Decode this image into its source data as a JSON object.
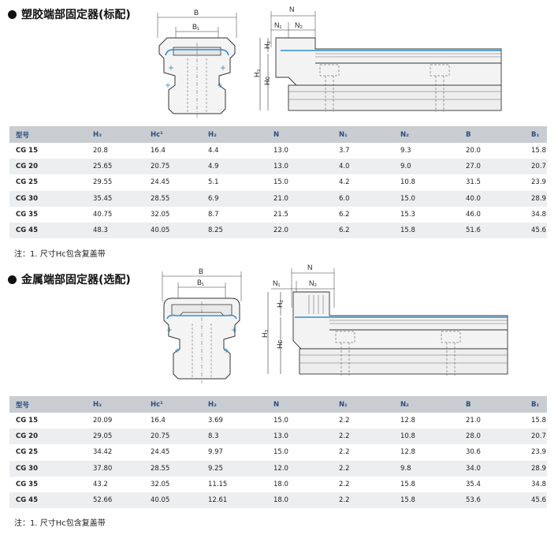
{
  "sections": [
    {
      "title": "塑胶端部固定器(标配)",
      "drawing_labels": {
        "B": "B",
        "B1": "B₁",
        "N": "N",
        "N1": "N₁",
        "N2": "N₂",
        "H2": "H₂",
        "H3": "H₃",
        "Hc": "Hc"
      },
      "headers": [
        "型号",
        "H₃",
        "Hc¹",
        "H₂",
        "N",
        "N₁",
        "N₂",
        "B",
        "B₁"
      ],
      "rows": [
        [
          "CG 15",
          "20.8",
          "16.4",
          "4.4",
          "13.0",
          "3.7",
          "9.3",
          "20.0",
          "15.8"
        ],
        [
          "CG 20",
          "25.65",
          "20.75",
          "4.9",
          "13.0",
          "4.0",
          "9.0",
          "27.0",
          "20.7"
        ],
        [
          "CG 25",
          "29.55",
          "24.45",
          "5.1",
          "15.0",
          "4.2",
          "10.8",
          "31.5",
          "23.9"
        ],
        [
          "CG 30",
          "35.45",
          "28.55",
          "6.9",
          "21.0",
          "6.0",
          "15.0",
          "40.0",
          "28.9"
        ],
        [
          "CG 35",
          "40.75",
          "32.05",
          "8.7",
          "21.5",
          "6.2",
          "15.3",
          "46.0",
          "34.8"
        ],
        [
          "CG 45",
          "48.3",
          "40.05",
          "8.25",
          "22.0",
          "6.2",
          "15.8",
          "51.6",
          "45.6"
        ]
      ],
      "note": "注：1. 尺寸Hc包含复盖带"
    },
    {
      "title": "金属端部固定器(选配)",
      "drawing_labels": {
        "B": "B",
        "B1": "B₁",
        "N": "N",
        "N1": "N₁",
        "N2": "N₂",
        "H2": "H₂",
        "H3": "H₃",
        "Hc": "Hc"
      },
      "headers": [
        "型号",
        "H₃",
        "Hc¹",
        "H₂",
        "N",
        "N₁",
        "N₂",
        "B",
        "B₁"
      ],
      "rows": [
        [
          "CG 15",
          "20.09",
          "16.4",
          "3.69",
          "15.0",
          "2.2",
          "12.8",
          "21.0",
          "15.8"
        ],
        [
          "CG 20",
          "29.05",
          "20.75",
          "8.3",
          "13.0",
          "2.2",
          "10.8",
          "28.0",
          "20.7"
        ],
        [
          "CG 25",
          "34.42",
          "24.45",
          "9.97",
          "15.0",
          "2.2",
          "12.8",
          "30.6",
          "23.9"
        ],
        [
          "CG 30",
          "37.80",
          "28.55",
          "9.25",
          "12.0",
          "2.2",
          "9.8",
          "34.0",
          "28.9"
        ],
        [
          "CG 35",
          "43.2",
          "32.05",
          "11.15",
          "18.0",
          "2.2",
          "15.8",
          "35.4",
          "34.8"
        ],
        [
          "CG 45",
          "52.66",
          "40.05",
          "12.61",
          "18.0",
          "2.2",
          "15.8",
          "53.6",
          "45.6"
        ]
      ],
      "note": "注：1. 尺寸Hc包含复盖带"
    }
  ],
  "colors": {
    "header_bg": "#c9cdd1",
    "header_text": "#2a4d7f",
    "row_alt": "#eceef0",
    "cover_strip": "#2f8fd0"
  }
}
